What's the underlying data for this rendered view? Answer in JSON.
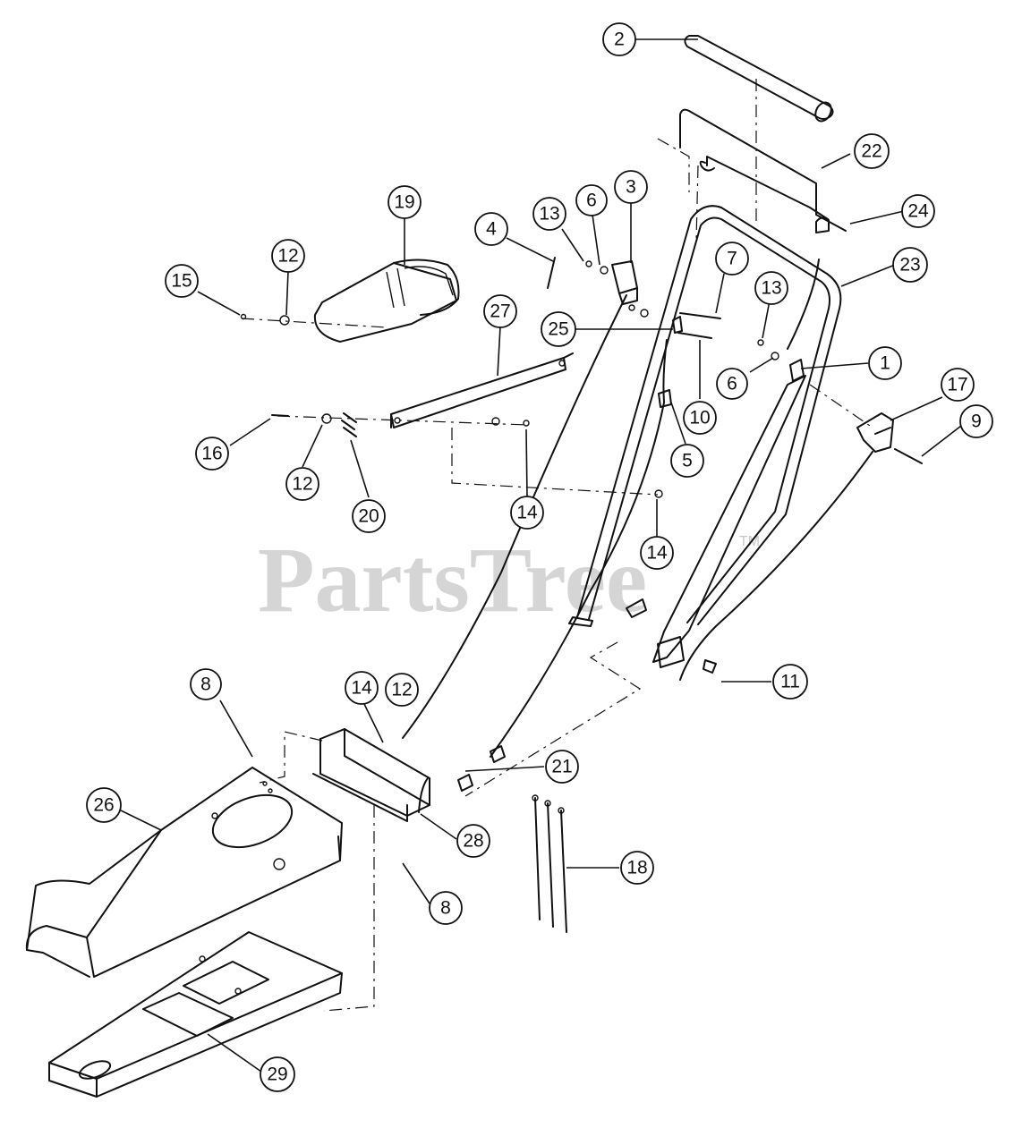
{
  "watermark": {
    "text": "PartsTree",
    "trademark": "TM"
  },
  "callouts": [
    {
      "id": "c2",
      "label": "2"
    },
    {
      "id": "c22",
      "label": "22"
    },
    {
      "id": "c24",
      "label": "24"
    },
    {
      "id": "c23",
      "label": "23"
    },
    {
      "id": "c19",
      "label": "19"
    },
    {
      "id": "c3",
      "label": "3"
    },
    {
      "id": "c13a",
      "label": "13"
    },
    {
      "id": "c6a",
      "label": "6"
    },
    {
      "id": "c4",
      "label": "4"
    },
    {
      "id": "c7",
      "label": "7"
    },
    {
      "id": "c12a",
      "label": "12"
    },
    {
      "id": "c15",
      "label": "15"
    },
    {
      "id": "c27",
      "label": "27"
    },
    {
      "id": "c13b",
      "label": "13"
    },
    {
      "id": "c25",
      "label": "25"
    },
    {
      "id": "c1",
      "label": "1"
    },
    {
      "id": "c6b",
      "label": "6"
    },
    {
      "id": "c17",
      "label": "17"
    },
    {
      "id": "c10",
      "label": "10"
    },
    {
      "id": "c9",
      "label": "9"
    },
    {
      "id": "c5",
      "label": "5"
    },
    {
      "id": "c16",
      "label": "16"
    },
    {
      "id": "c12b",
      "label": "12"
    },
    {
      "id": "c20",
      "label": "20"
    },
    {
      "id": "c14a",
      "label": "14"
    },
    {
      "id": "c14b",
      "label": "14"
    },
    {
      "id": "c11",
      "label": "11"
    },
    {
      "id": "c8a",
      "label": "8"
    },
    {
      "id": "c14c",
      "label": "14"
    },
    {
      "id": "c12c",
      "label": "12"
    },
    {
      "id": "c21",
      "label": "21"
    },
    {
      "id": "c26",
      "label": "26"
    },
    {
      "id": "c28",
      "label": "28"
    },
    {
      "id": "c18",
      "label": "18"
    },
    {
      "id": "c8b",
      "label": "8"
    },
    {
      "id": "c29",
      "label": "29"
    }
  ]
}
